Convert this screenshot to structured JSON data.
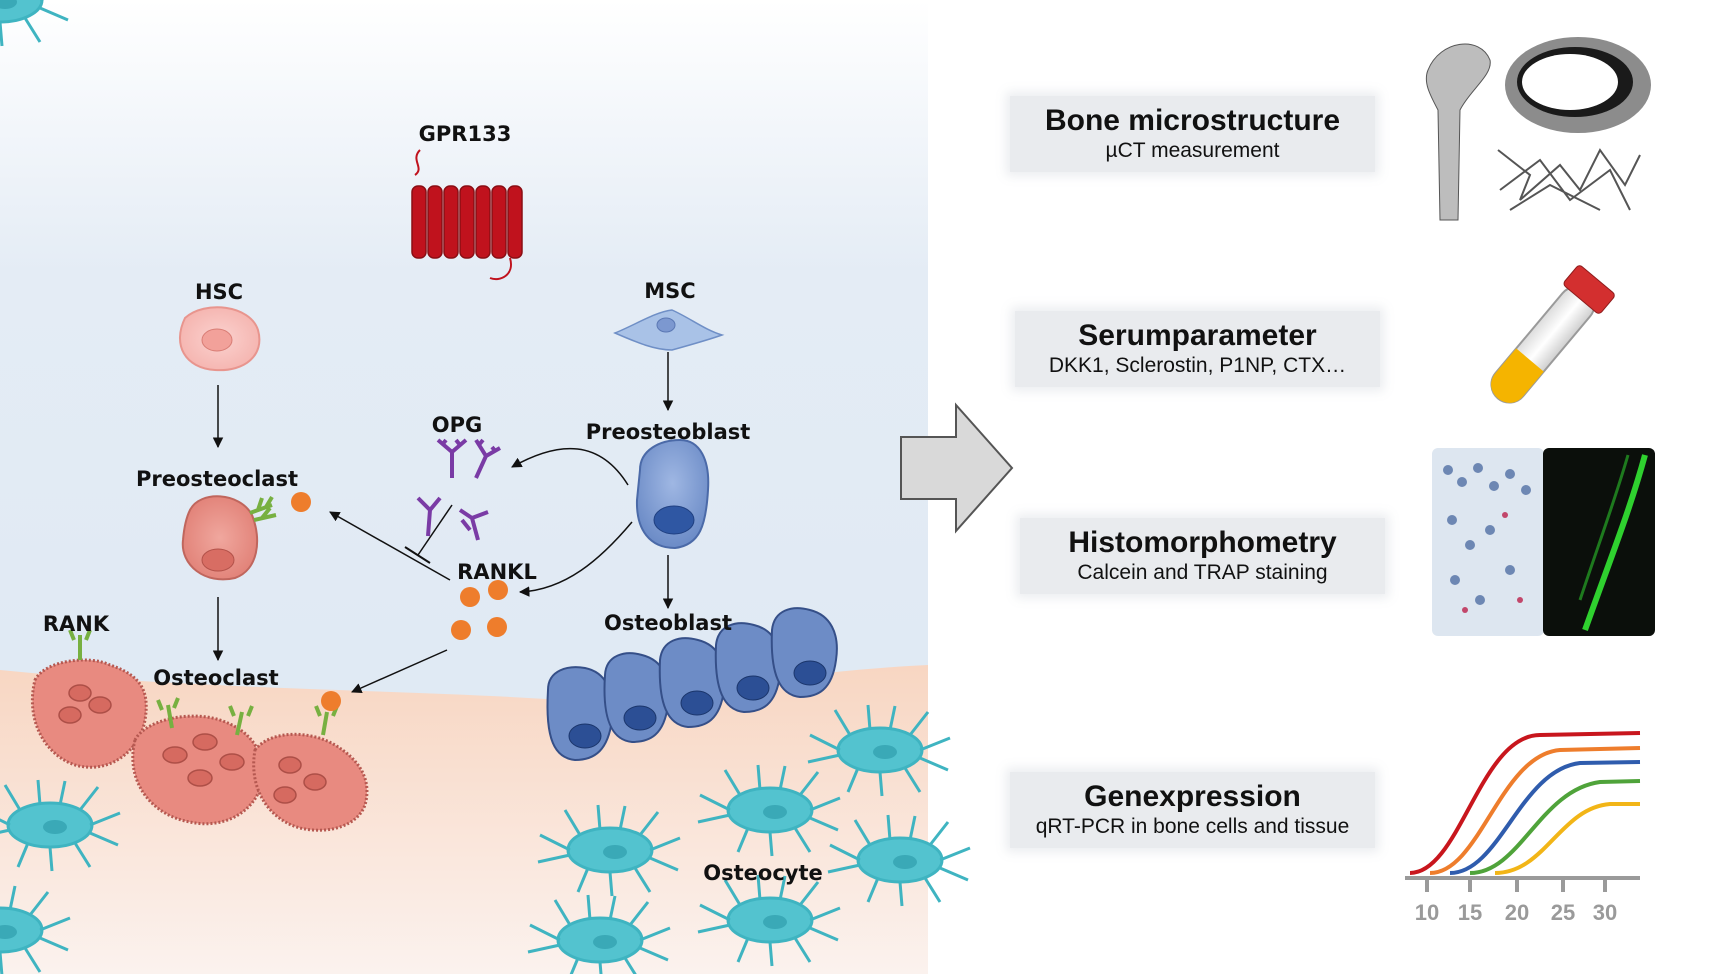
{
  "labels": {
    "gpr133": "GPR133",
    "hsc": "HSC",
    "msc": "MSC",
    "opg": "OPG",
    "preosteoblast": "Preosteoblast",
    "preosteoclast": "Preosteoclast",
    "rankl": "RANKL",
    "rank": "RANK",
    "osteoclast": "Osteoclast",
    "osteoblast": "Osteoblast",
    "osteocyte": "Osteocyte"
  },
  "panels": [
    {
      "title": "Bone microstructure",
      "subtitle": "µCT measurement"
    },
    {
      "title": "Serumparameter",
      "subtitle": "DKK1, Sclerostin, P1NP, CTX…"
    },
    {
      "title": "Histomorphometry",
      "subtitle": "Calcein and TRAP staining"
    },
    {
      "title": "Genexpression",
      "subtitle": "qRT-PCR in bone cells and tissue"
    }
  ],
  "pcr_axis_ticks": [
    "10",
    "15",
    "20",
    "25",
    "30"
  ],
  "colors": {
    "background_top": "#ffffff",
    "background_mid": "#e3ebf4",
    "bone": "#f7d9c6",
    "gpr133_red": "#c0121d",
    "osteoclast": "#e88a80",
    "osteoblast": "#6d8cc6",
    "osteocyte": "#53c3cf",
    "rankl_orange": "#ee7d2c",
    "opg_purple": "#7a3ba5",
    "rank_green": "#77b041",
    "pcr_curves": [
      "#c8161d",
      "#ee7d2c",
      "#2f5cad",
      "#4fa33a",
      "#f2b517"
    ]
  }
}
